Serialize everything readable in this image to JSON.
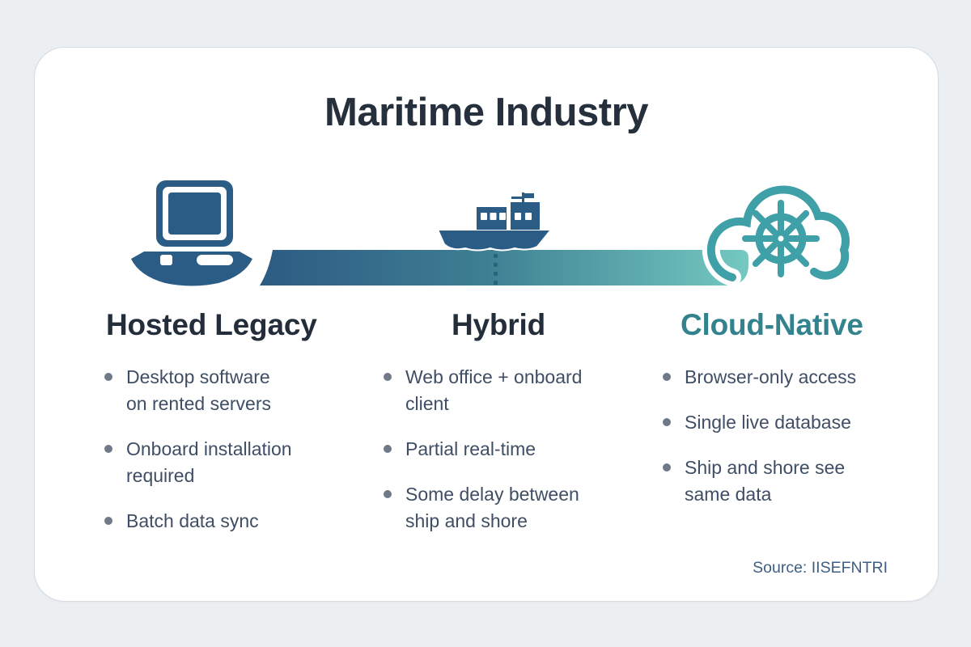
{
  "header": {
    "title": "Maritime Industry"
  },
  "footer": {
    "source": "Source: IISEFNTRI"
  },
  "colors": {
    "page_bg": "#eceff2",
    "card_bg": "#ffffff",
    "dark_blue": "#2b5c86",
    "teal": "#3fa0a7",
    "band_gradient_start": "#2d5b83",
    "band_gradient_mid": "#3d7e92",
    "band_gradient_end": "#74c9c1",
    "heading_dark": "#242d3a",
    "heading_teal": "#32838e",
    "body_text": "#3f4e64",
    "bullet_dot": "#6f7a88",
    "source_text": "#3f5e82"
  },
  "icons": {
    "left": "desktop-computer-boat-icon",
    "center": "cargo-ship-icon",
    "right": "cloud-helm-icon"
  },
  "stages": [
    {
      "id": "hosted-legacy",
      "label": "Hosted Legacy",
      "items": [
        "Desktop software\non rented servers",
        "Onboard installation\nrequired",
        "Batch data sync"
      ]
    },
    {
      "id": "hybrid",
      "label": "Hybrid",
      "items": [
        "Web office + onboard\nclient",
        "Partial real-time",
        "Some delay between\nship and shore"
      ]
    },
    {
      "id": "cloud-native",
      "label": "Cloud-Native",
      "items": [
        "Browser-only access",
        "Single live database",
        "Ship and shore see\nsame data"
      ]
    }
  ]
}
